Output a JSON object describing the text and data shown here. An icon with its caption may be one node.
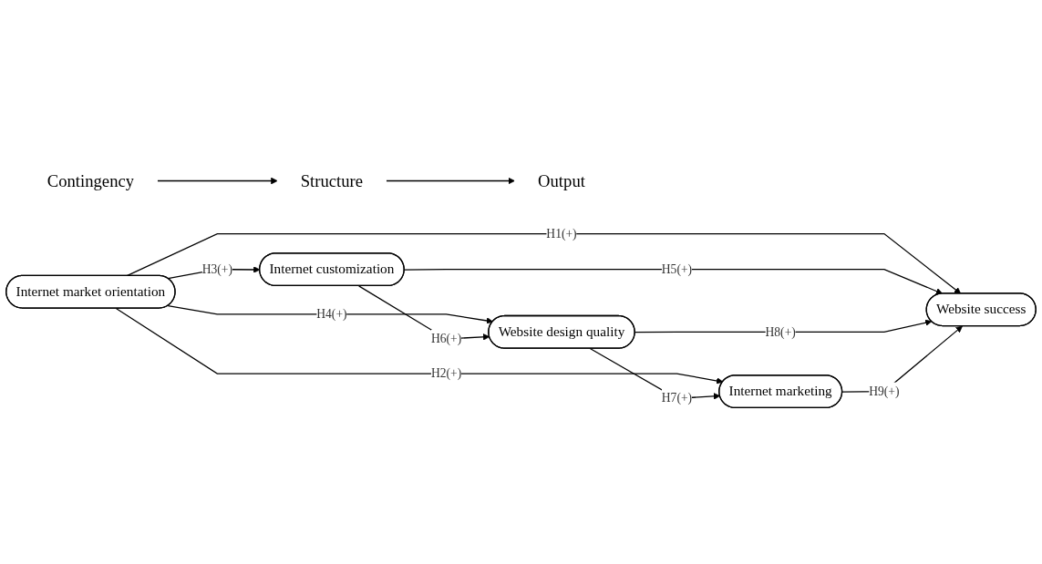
{
  "diagram": {
    "nodes": [
      {
        "text": [
          "Contingency"
        ]
      },
      {
        "text": [
          "Structure"
        ]
      },
      {
        "text": [
          "Output"
        ]
      },
      {
        "text": [
          "Internet market orientation"
        ]
      },
      {
        "text": [
          "Internet customization"
        ]
      },
      {
        "text": [
          "Website design quality"
        ]
      },
      {
        "text": [
          "Internet marketing"
        ]
      },
      {
        "text": [
          "Website success"
        ]
      }
    ],
    "edges": [
      {
        "from": 0,
        "to": 1,
        "arrow": "to"
      },
      {
        "from": 1,
        "to": 2,
        "arrow": "to"
      },
      {
        "from": 3,
        "to": 4,
        "arrow": "to",
        "label": "H3(+)"
      },
      {
        "from": 3,
        "to": 7,
        "arrow": "to",
        "label": "H1(+)"
      },
      {
        "from": 3,
        "to": 5,
        "arrow": "to",
        "label": "H4(+)"
      },
      {
        "from": 3,
        "to": 6,
        "arrow": "to",
        "label": "H2(+)"
      },
      {
        "from": 4,
        "to": 7,
        "arrow": "to",
        "label": "H5(+)"
      },
      {
        "from": 4,
        "to": 5,
        "arrow": "to",
        "label": "H6(+)"
      },
      {
        "from": 5,
        "to": 7,
        "arrow": "to",
        "label": "H8(+)"
      },
      {
        "from": 5,
        "to": 6,
        "arrow": "to",
        "label": "H7(+)"
      },
      {
        "from": 6,
        "to": 7,
        "arrow": "to",
        "label": "H9(+)"
      }
    ]
  }
}
